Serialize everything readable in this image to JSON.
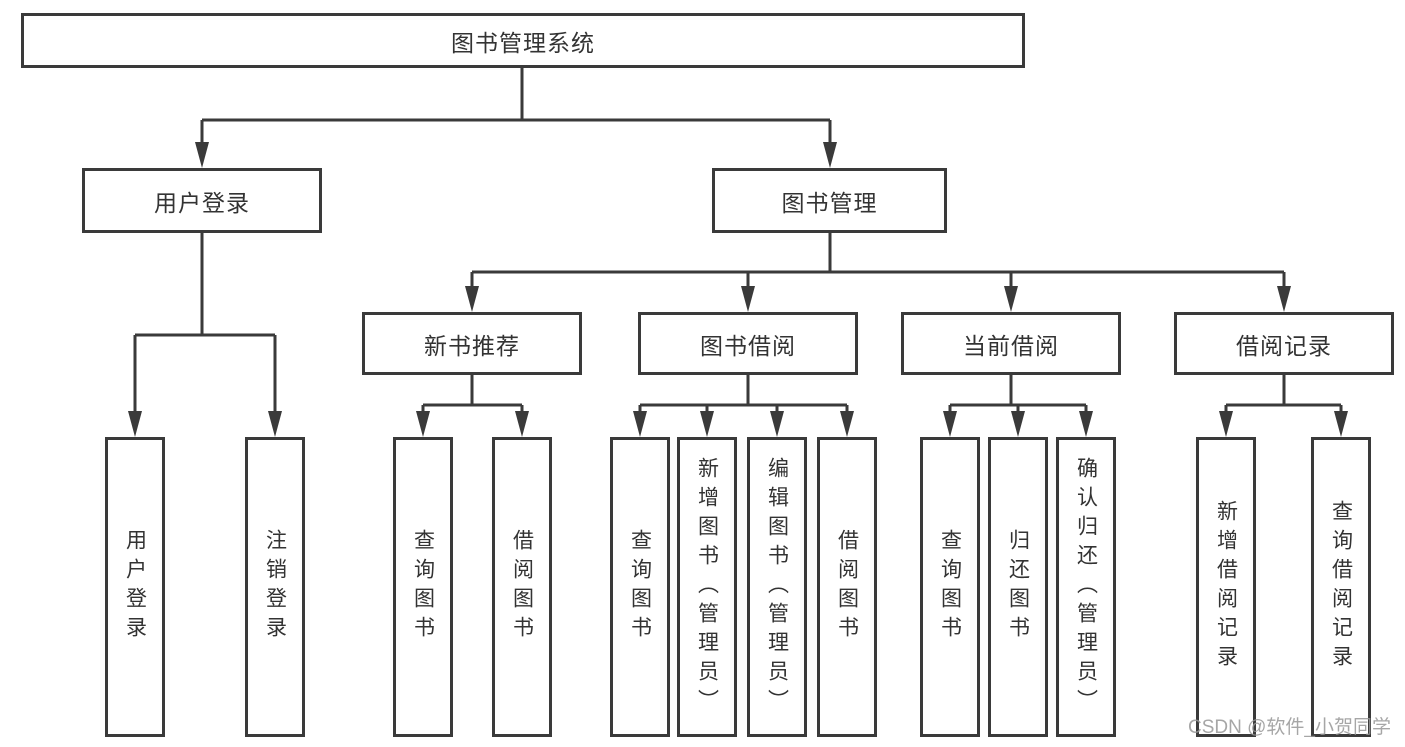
{
  "diagram_type": "hierarchy",
  "tree": {
    "label": "图书管理系统",
    "children": [
      {
        "label": "用户登录",
        "children": [
          {
            "label": "用户登录"
          },
          {
            "label": "注销登录"
          }
        ]
      },
      {
        "label": "图书管理",
        "children": [
          {
            "label": "新书推荐",
            "children": [
              {
                "label": "查询图书"
              },
              {
                "label": "借阅图书"
              }
            ]
          },
          {
            "label": "图书借阅",
            "children": [
              {
                "label": "查询图书"
              },
              {
                "label": "新增图书（管理员）"
              },
              {
                "label": "编辑图书（管理员）"
              },
              {
                "label": "借阅图书"
              }
            ]
          },
          {
            "label": "当前借阅",
            "children": [
              {
                "label": "查询图书"
              },
              {
                "label": "归还图书"
              },
              {
                "label": "确认归还（管理员）"
              }
            ]
          },
          {
            "label": "借阅记录",
            "children": [
              {
                "label": "新增借阅记录"
              },
              {
                "label": "查询借阅记录"
              }
            ]
          }
        ]
      }
    ]
  },
  "watermark": "CSDN @软件_小贺同学",
  "colors": {
    "line": "#3a3a3a",
    "box_border": "#3a3a3a",
    "text": "#333333",
    "watermark": "#969696",
    "background": "#ffffff"
  }
}
